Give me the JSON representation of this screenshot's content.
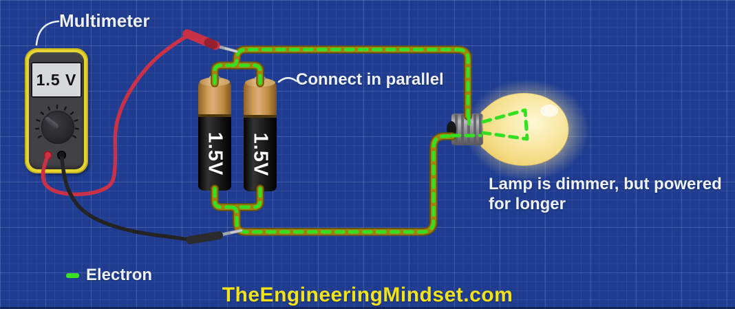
{
  "labels": {
    "multimeter": "Multimeter",
    "connect_parallel": "Connect in parallel",
    "lamp_note_line1": "Lamp is dimmer, but powered",
    "lamp_note_line2": "for longer",
    "legend_electron": "Electron",
    "watermark": "TheEngineeringMindset.com"
  },
  "multimeter": {
    "display_value": "1.5 V"
  },
  "batteries": [
    {
      "label": "1.5V"
    },
    {
      "label": "1.5V"
    }
  ],
  "icons": {
    "electron_dash": "green-dash-icon",
    "multimeter_device": "multimeter-icon",
    "battery": "battery-icon",
    "bulb": "light-bulb-icon"
  },
  "colors": {
    "background_blueprint": "#1f3c90",
    "wire_olive": "#a5800d",
    "electron_green": "#35e022",
    "probe_wire_red": "#cb3146",
    "probe_wire_black": "#232323",
    "meter_casing_yellow": "#e6d42f",
    "battery_copper": "#c8954d",
    "bulb_glow_yellow": "#f8e9a8",
    "watermark_yellow": "#f2e318",
    "label_white": "#eef1f7"
  }
}
